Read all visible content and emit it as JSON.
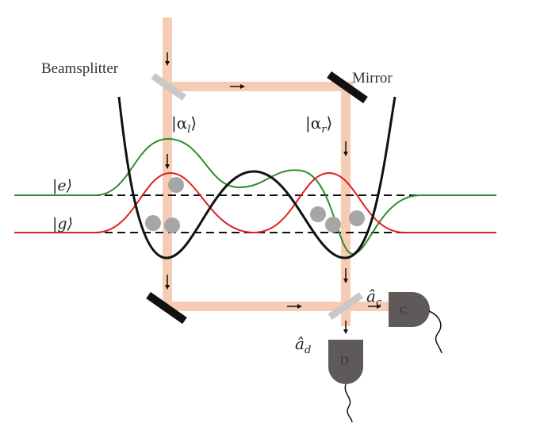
{
  "labels": {
    "beamsplitter": "Beamsplitter",
    "mirror": "Mirror",
    "alpha_left": "|α",
    "alpha_left_sub": "l",
    "alpha_right": "|α",
    "alpha_right_sub": "r",
    "ket_close": "⟩",
    "excited_state": "|e⟩",
    "ground_state": "|g⟩",
    "operator_c": "â",
    "operator_c_sub": "c",
    "operator_d": "â",
    "operator_d_sub": "d",
    "detector_c": "C",
    "detector_d": "D"
  },
  "colors": {
    "beam": "#f6cdb4",
    "potential": "#111111",
    "excited_wave": "#2e8b2e",
    "ground_wave": "#e02020",
    "atom": "#a6a6a6",
    "detector": "#5f5a5a",
    "beamsplitter": "#c8c8c8",
    "mirror": "#111111"
  }
}
